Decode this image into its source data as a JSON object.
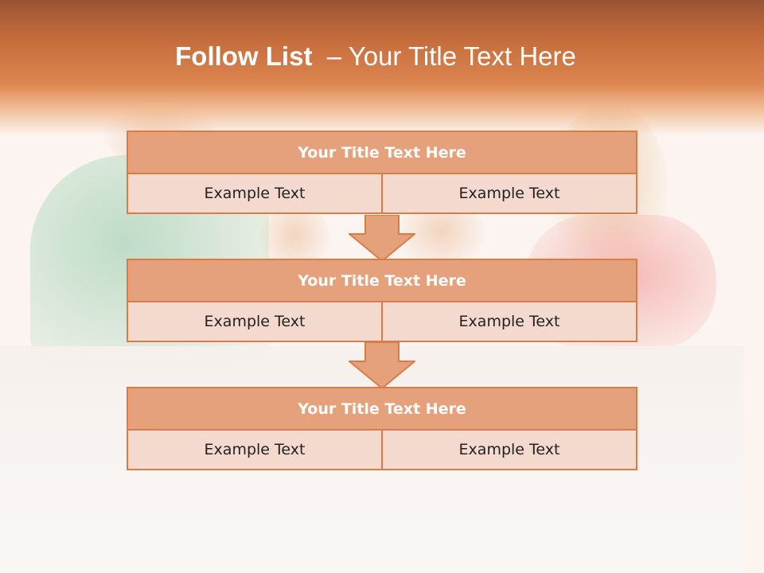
{
  "slide": {
    "title_bold": "Follow List",
    "title_rest": "  – Your Title Text Here"
  },
  "blocks": [
    {
      "title": "Your Title Text Here",
      "cells": [
        "Example Text",
        "Example Text"
      ]
    },
    {
      "title": "Your Title Text Here",
      "cells": [
        "Example Text",
        "Example Text"
      ]
    },
    {
      "title": "Your Title Text Here",
      "cells": [
        "Example Text",
        "Example Text"
      ]
    }
  ],
  "colors": {
    "header": "#c66d3d",
    "block_title_fill": "#e5a17b",
    "block_cell_fill": "#f4d9ce",
    "border": "#d97c45"
  }
}
